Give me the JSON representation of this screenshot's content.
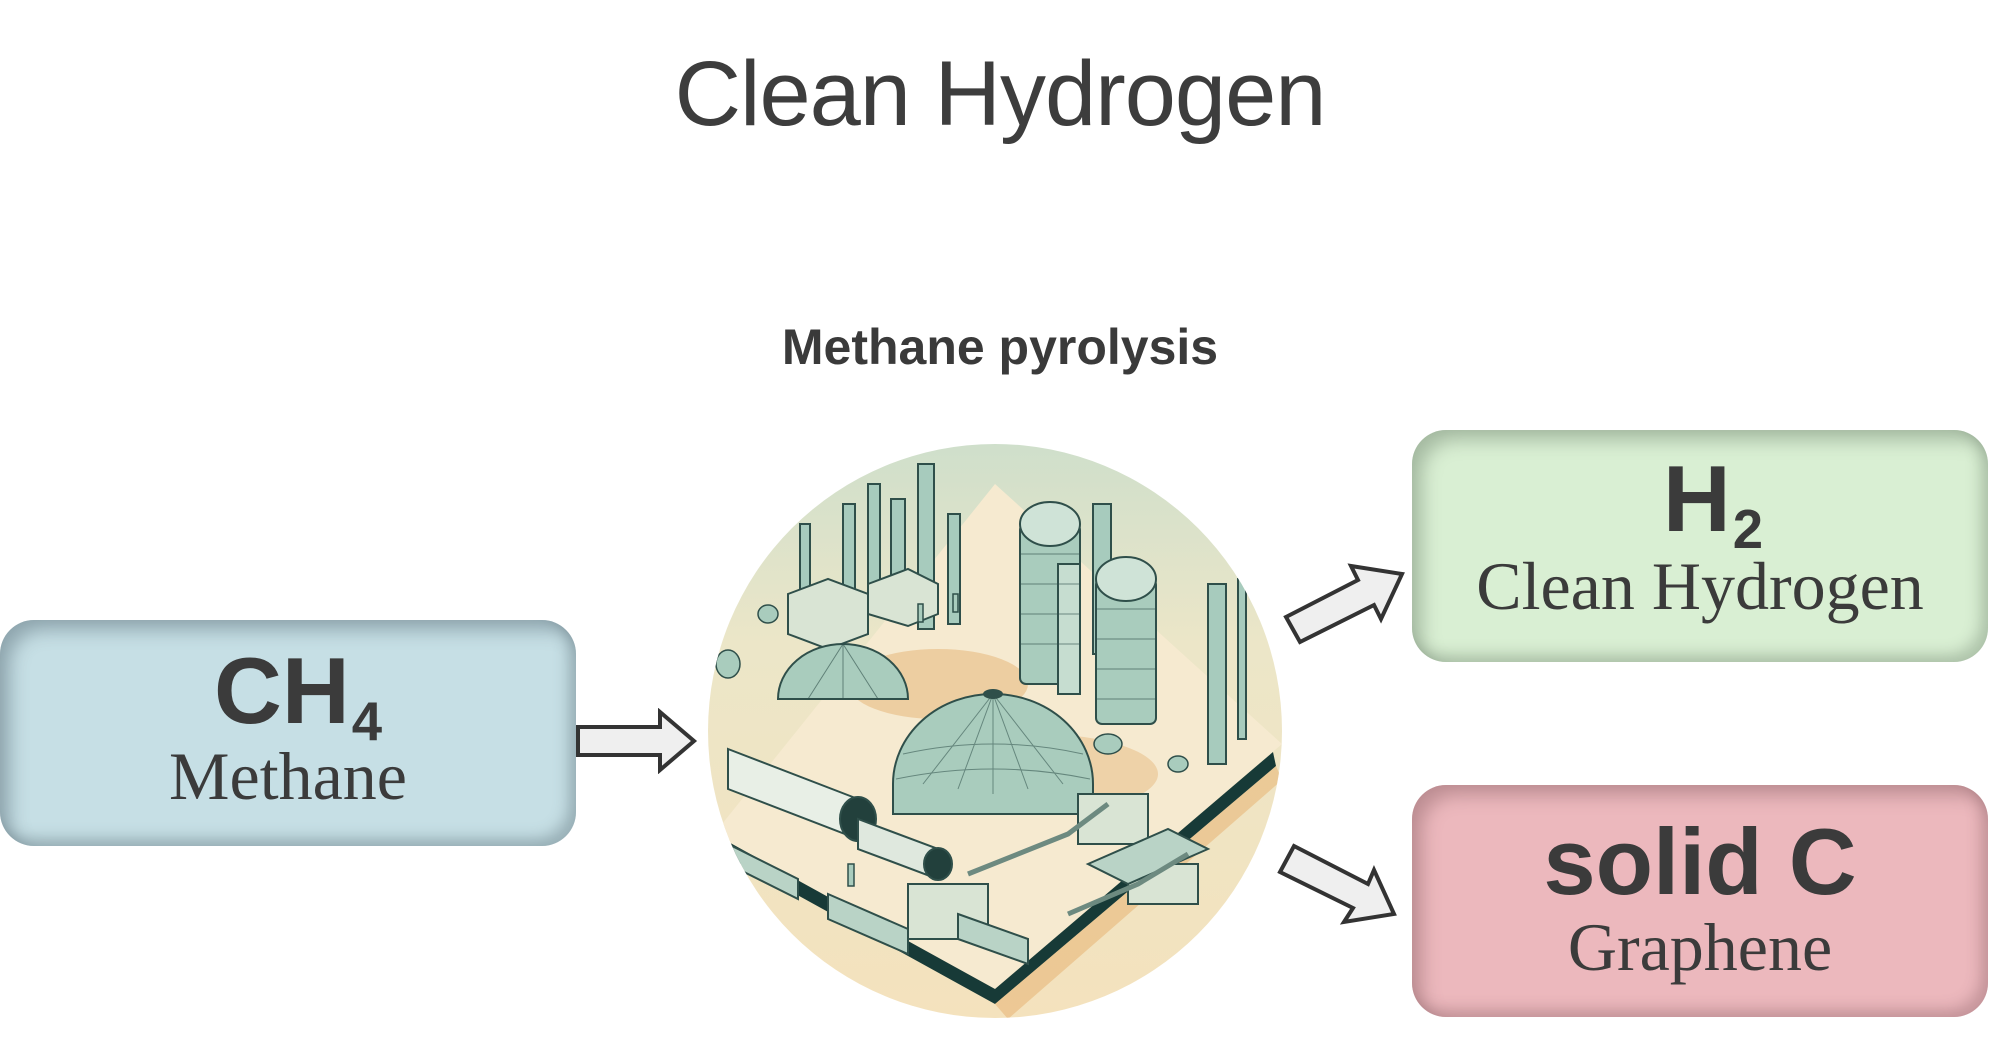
{
  "title": "Clean Hydrogen",
  "process": {
    "label": "Methane pyrolysis",
    "illustration": "industrial-plant-illustration"
  },
  "input": {
    "formula_main": "CH",
    "formula_sub": "4",
    "name": "Methane",
    "color": "#c6dfe5"
  },
  "outputs": [
    {
      "formula_main": "H",
      "formula_sub": "2",
      "name": "Clean Hydrogen",
      "color": "#d9efd3"
    },
    {
      "formula_main": "solid C",
      "formula_sub": "",
      "name": "Graphene",
      "color": "#ecb8bd"
    }
  ],
  "arrows": [
    {
      "from": "input",
      "to": "process",
      "icon": "arrow-right-icon"
    },
    {
      "from": "process",
      "to": "outputs.0",
      "icon": "arrow-up-right-icon"
    },
    {
      "from": "process",
      "to": "outputs.1",
      "icon": "arrow-down-right-icon"
    }
  ]
}
